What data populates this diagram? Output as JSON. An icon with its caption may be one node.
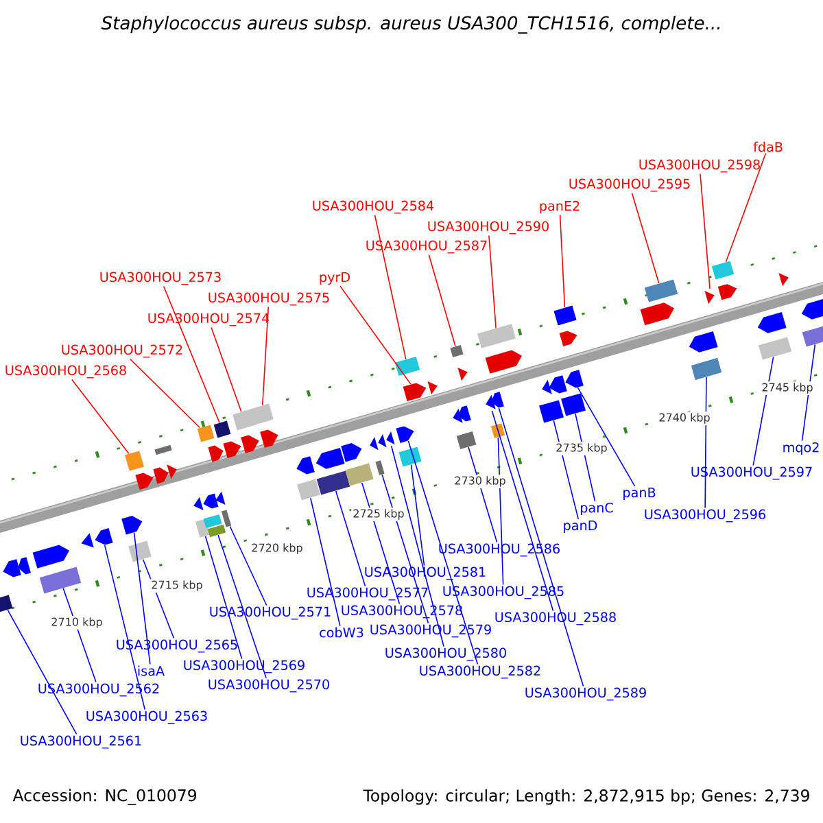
{
  "diagram": {
    "title": "Staphylococcus aureus subsp. aureus USA300_TCH1516, complete...",
    "nodes": [
      {
        "text": [
          "USA300HOU_2568"
        ]
      },
      {
        "text": [
          "USA300HOU_2572"
        ]
      },
      {
        "text": [
          "USA300HOU_2573"
        ]
      },
      {
        "text": [
          "USA300HOU_2574"
        ]
      },
      {
        "text": [
          "USA300HOU_2575"
        ]
      },
      {
        "text": [
          "pyrD"
        ]
      },
      {
        "text": [
          "USA300HOU_2584"
        ]
      },
      {
        "text": [
          "USA300HOU_2587"
        ]
      },
      {
        "text": [
          "USA300HOU_2590"
        ]
      },
      {
        "text": [
          "panE2"
        ]
      },
      {
        "text": [
          "USA300HOU_2595"
        ]
      },
      {
        "text": [
          "USA300HOU_2598"
        ]
      },
      {
        "text": [
          "fdaB"
        ]
      },
      {
        "text": [
          "USA300HOU_2561"
        ]
      },
      {
        "text": [
          "USA300HOU_2562"
        ]
      },
      {
        "text": [
          "USA300HOU_2563"
        ]
      },
      {
        "text": [
          "isaA"
        ]
      },
      {
        "text": [
          "USA300HOU_2565"
        ]
      },
      {
        "text": [
          "USA300HOU_2569"
        ]
      },
      {
        "text": [
          "USA300HOU_2570"
        ]
      },
      {
        "text": [
          "USA300HOU_2571"
        ]
      },
      {
        "text": [
          "cobW3"
        ]
      },
      {
        "text": [
          "USA300HOU_2577"
        ]
      },
      {
        "text": [
          "USA300HOU_2578"
        ]
      },
      {
        "text": [
          "USA300HOU_2579"
        ]
      },
      {
        "text": [
          "USA300HOU_2580"
        ]
      },
      {
        "text": [
          "USA300HOU_2581"
        ]
      },
      {
        "text": [
          "USA300HOU_2582"
        ]
      },
      {
        "text": [
          "USA300HOU_2586"
        ]
      },
      {
        "text": [
          "USA300HOU_2585"
        ]
      },
      {
        "text": [
          "USA300HOU_2588"
        ]
      },
      {
        "text": [
          "USA300HOU_2589"
        ]
      },
      {
        "text": [
          "panD"
        ]
      },
      {
        "text": [
          "panC"
        ]
      },
      {
        "text": [
          "panB"
        ]
      },
      {
        "text": [
          "USA300HOU_2596"
        ]
      },
      {
        "text": [
          "USA300HOU_2597"
        ]
      },
      {
        "text": [
          "mqo2"
        ]
      },
      {
        "text": [],
        "shape": "box"
      },
      {
        "text": [],
        "shape": "pentagon"
      },
      {
        "text": [],
        "shape": "pentagon"
      },
      {
        "text": [],
        "shape": "pentagon"
      },
      {
        "text": [],
        "shape": "box"
      },
      {
        "text": [],
        "shape": "triangle"
      },
      {
        "text": [],
        "shape": "pentagon"
      },
      {
        "text": [],
        "shape": "pentagon"
      },
      {
        "text": [],
        "shape": "box"
      },
      {
        "text": [],
        "shape": "box"
      },
      {
        "text": [],
        "shape": "pentagon"
      },
      {
        "text": [],
        "shape": "pentagon"
      },
      {
        "text": [],
        "shape": "box"
      },
      {
        "text": [],
        "shape": "triangle"
      },
      {
        "text": [],
        "shape": "triangle"
      },
      {
        "text": [],
        "shape": "box"
      },
      {
        "text": [],
        "shape": "box"
      },
      {
        "text": [],
        "shape": "pentagon"
      },
      {
        "text": [],
        "shape": "box"
      },
      {
        "text": [],
        "shape": "box"
      },
      {
        "text": [],
        "shape": "pentagon"
      },
      {
        "text": [],
        "shape": "triangle"
      },
      {
        "text": [],
        "shape": "box"
      },
      {
        "text": [],
        "shape": "box"
      },
      {
        "text": [],
        "shape": "pentagon"
      },
      {
        "text": [],
        "shape": "box"
      },
      {
        "text": [],
        "shape": "pentagon"
      },
      {
        "text": [],
        "shape": "box"
      },
      {
        "text": [],
        "shape": "pentagon"
      },
      {
        "text": [],
        "shape": "pentagon"
      },
      {
        "text": [],
        "shape": "box"
      },
      {
        "text": [],
        "shape": "pentagon"
      },
      {
        "text": [],
        "shape": "box"
      },
      {
        "text": [],
        "shape": "pentagon"
      },
      {
        "text": [],
        "shape": "box"
      },
      {
        "text": [],
        "shape": "triangle"
      },
      {
        "text": [],
        "shape": "box"
      },
      {
        "text": [],
        "shape": "triangle"
      },
      {
        "text": [],
        "shape": "triangle"
      },
      {
        "text": [],
        "shape": "pentagon"
      },
      {
        "text": [],
        "shape": "box"
      },
      {
        "text": [],
        "shape": "box"
      },
      {
        "text": [],
        "shape": "pentagon"
      },
      {
        "text": [],
        "shape": "triangle"
      },
      {
        "text": [],
        "shape": "box"
      },
      {
        "text": [],
        "shape": "triangle"
      },
      {
        "text": [],
        "shape": "triangle"
      },
      {
        "text": [],
        "shape": "pentagon"
      },
      {
        "text": [],
        "shape": "box"
      },
      {
        "text": [],
        "shape": "triangle"
      },
      {
        "text": [],
        "shape": "pentagon"
      },
      {
        "text": [],
        "shape": "box"
      },
      {
        "text": [],
        "shape": "box"
      },
      {
        "text": [],
        "shape": "pentagon"
      },
      {
        "text": [],
        "shape": "triangle"
      },
      {
        "text": [],
        "shape": "box"
      },
      {
        "text": [],
        "shape": "pentagon"
      },
      {
        "text": [],
        "shape": "box"
      },
      {
        "text": [],
        "shape": "pentagon"
      },
      {
        "text": [],
        "shape": "pentagon"
      },
      {
        "text": [],
        "shape": "box"
      },
      {
        "text": [],
        "shape": "pentagon"
      },
      {
        "text": [],
        "shape": "box"
      },
      {
        "text": [],
        "shape": "pentagon"
      },
      {
        "text": [],
        "shape": "box"
      },
      {
        "text": [],
        "shape": "triangle"
      },
      {
        "text": [],
        "shape": "box"
      },
      {
        "text": [],
        "shape": "pentagon"
      },
      {
        "text": [],
        "shape": "pentagon"
      },
      {
        "text": [],
        "shape": "box"
      },
      {
        "text": [],
        "shape": "triangle"
      },
      {
        "text": [],
        "shape": "pentagon"
      },
      {
        "text": [],
        "shape": "box"
      }
    ],
    "edges": [
      {
        "from": 0,
        "to": 46,
        "arrow": "none",
        "color": "#ff0000"
      },
      {
        "from": 1,
        "to": 54,
        "arrow": "none",
        "color": "#ff0000"
      },
      {
        "from": 2,
        "to": 60,
        "arrow": "none",
        "color": "#ff0000"
      },
      {
        "from": 3,
        "to": 63,
        "arrow": "none",
        "color": "#ff0000"
      },
      {
        "from": 4,
        "to": 65,
        "arrow": "none",
        "color": "#ff0000"
      },
      {
        "from": 5,
        "to": 80,
        "arrow": "none",
        "color": "#ff0000"
      },
      {
        "from": 6,
        "to": 78,
        "arrow": "none",
        "color": "#ff0000"
      },
      {
        "from": 7,
        "to": 82,
        "arrow": "none",
        "color": "#ff0000"
      },
      {
        "from": 8,
        "to": 89,
        "arrow": "none",
        "color": "#ff0000"
      },
      {
        "from": 9,
        "to": 95,
        "arrow": "none",
        "color": "#ff0000"
      },
      {
        "from": 10,
        "to": 100,
        "arrow": "none",
        "color": "#ff0000"
      },
      {
        "from": 11,
        "to": 103,
        "arrow": "none",
        "color": "#ff0000"
      },
      {
        "from": 12,
        "to": 104,
        "arrow": "none",
        "color": "#ff0000"
      },
      {
        "from": 13,
        "to": 38,
        "arrow": "none"
      },
      {
        "from": 14,
        "to": 42,
        "arrow": "none"
      },
      {
        "from": 15,
        "to": 44,
        "arrow": "none"
      },
      {
        "from": 16,
        "to": 45,
        "arrow": "none"
      },
      {
        "from": 17,
        "to": 47,
        "arrow": "none"
      },
      {
        "from": 18,
        "to": 53,
        "arrow": "none"
      },
      {
        "from": 19,
        "to": 57,
        "arrow": "none"
      },
      {
        "from": 20,
        "to": 61,
        "arrow": "none"
      },
      {
        "from": 21,
        "to": 68,
        "arrow": "none"
      },
      {
        "from": 22,
        "to": 70,
        "arrow": "none"
      },
      {
        "from": 23,
        "to": 72,
        "arrow": "none"
      },
      {
        "from": 24,
        "to": 74,
        "arrow": "none"
      },
      {
        "from": 25,
        "to": 76,
        "arrow": "none"
      },
      {
        "from": 26,
        "to": 79,
        "arrow": "none"
      },
      {
        "from": 27,
        "to": 77,
        "arrow": "none"
      },
      {
        "from": 28,
        "to": 86,
        "arrow": "none"
      },
      {
        "from": 29,
        "to": 90,
        "arrow": "none"
      },
      {
        "from": 30,
        "to": 87,
        "arrow": "none"
      },
      {
        "from": 31,
        "to": 88,
        "arrow": "none"
      },
      {
        "from": 32,
        "to": 93,
        "arrow": "none"
      },
      {
        "from": 33,
        "to": 98,
        "arrow": "none"
      },
      {
        "from": 34,
        "to": 97,
        "arrow": "none"
      },
      {
        "from": 35,
        "to": 102,
        "arrow": "none"
      },
      {
        "from": 36,
        "to": 107,
        "arrow": "none"
      },
      {
        "from": 37,
        "to": 110,
        "arrow": "none"
      }
    ],
    "labels": [
      "2710 kbp",
      "2715 kbp",
      "2720 kbp",
      "2725 kbp",
      "2730 kbp",
      "2735 kbp",
      "2740 kbp",
      "2745 kbp",
      "Accession: NC_010079",
      "Topology: circular; Length: 2,872,915 bp; Genes: 2,739"
    ]
  }
}
